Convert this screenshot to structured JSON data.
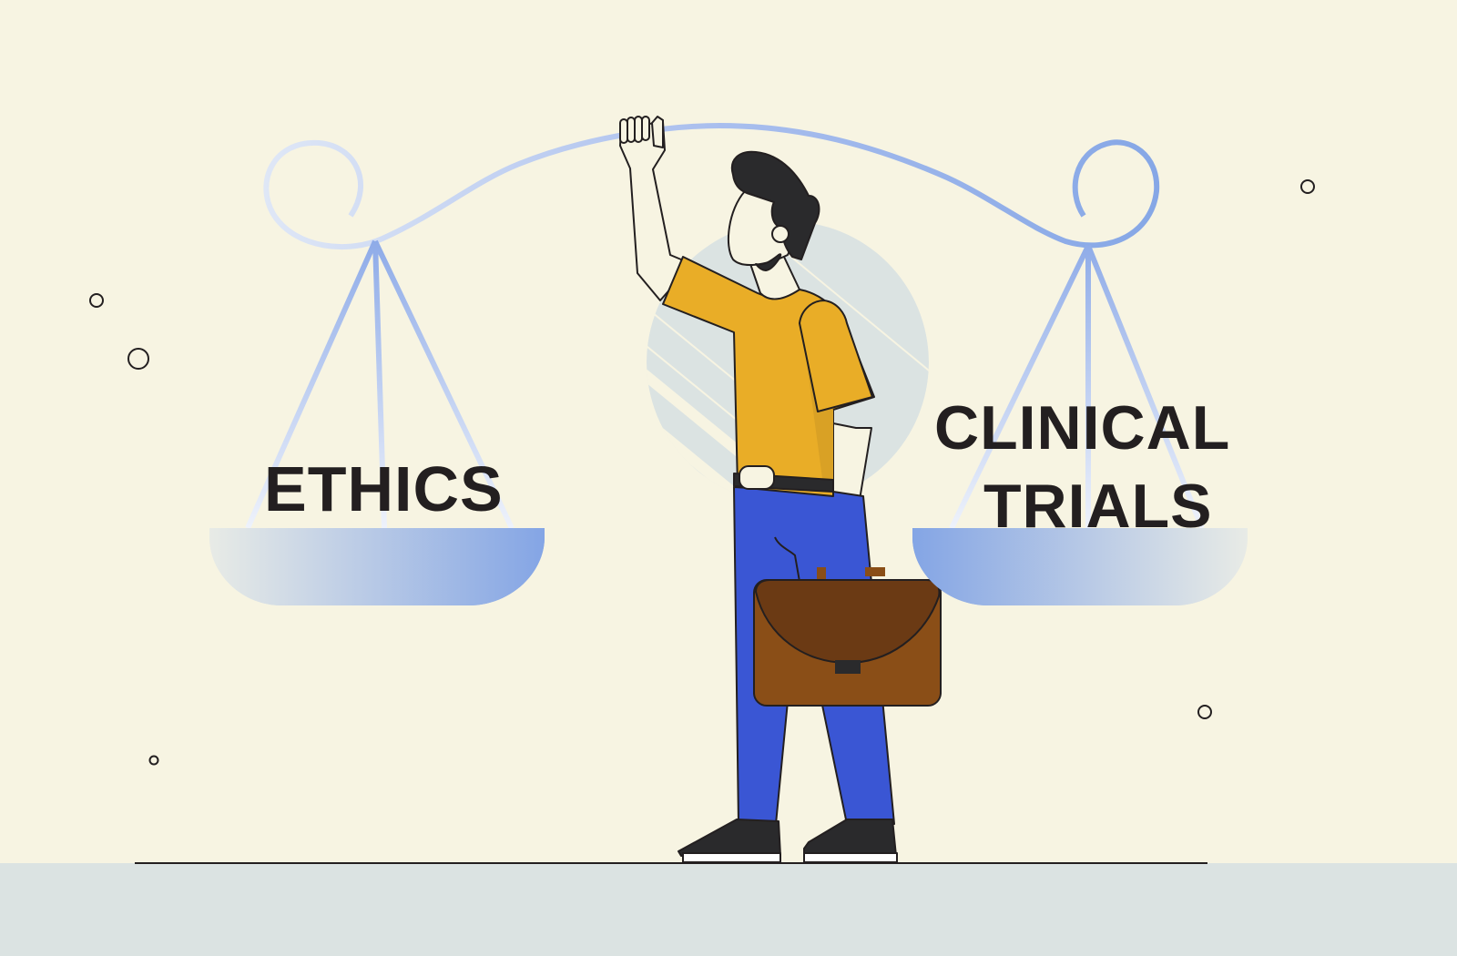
{
  "illustration": {
    "subject": "Person balancing a scale between two topics",
    "left_pan": {
      "label": "ETHICS"
    },
    "right_pan": {
      "label_line1": "CLINICAL",
      "label_line2": "TRIALS"
    }
  },
  "colors": {
    "background": "#f7f4e2",
    "floor": "#dbe3e2",
    "ink": "#231f20",
    "beam_light": "#d4e0f5",
    "beam_dark": "#86a7e6",
    "shirt": "#e9ad27",
    "pants": "#3a56d4",
    "briefcase": "#8a4e17",
    "briefcase_flap": "#6b3a14",
    "hair": "#2a2a2c",
    "halo": "#dbe3e2"
  }
}
